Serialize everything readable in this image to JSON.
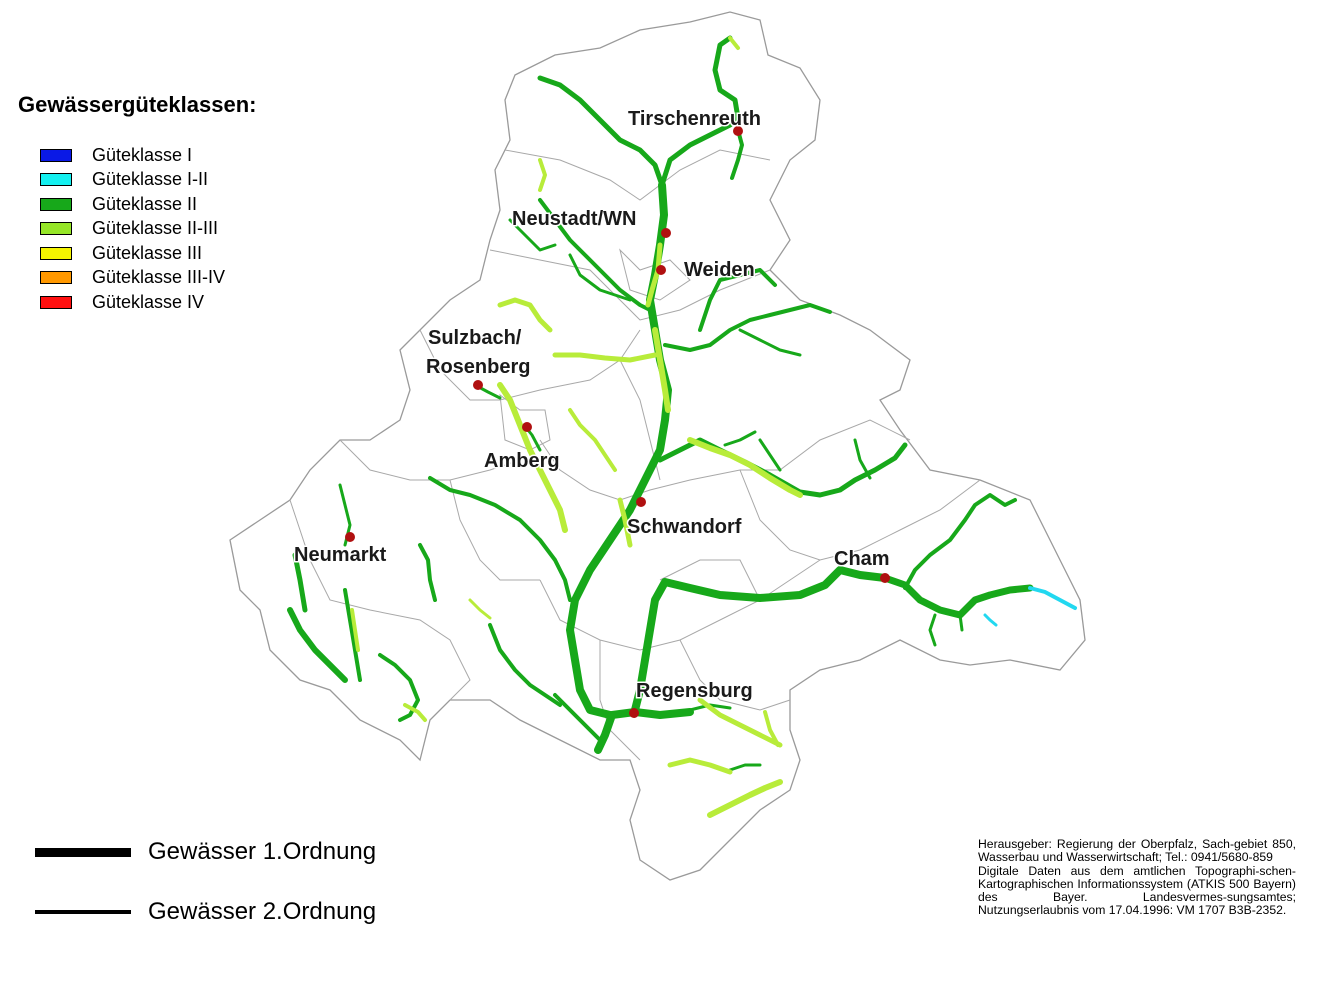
{
  "legend": {
    "title": "Gewässergüteklassen:",
    "classes": [
      {
        "label": "Güteklasse I",
        "color": "#0a19e6"
      },
      {
        "label": "Güteklasse I-II",
        "color": "#14f0f0"
      },
      {
        "label": "Güteklasse II",
        "color": "#17a81a"
      },
      {
        "label": "Güteklasse II-III",
        "color": "#96e628"
      },
      {
        "label": "Güteklasse III",
        "color": "#f5f500"
      },
      {
        "label": "Güteklasse III-IV",
        "color": "#ff9800"
      },
      {
        "label": "Güteklasse IV",
        "color": "#ff1010"
      }
    ]
  },
  "order_legend": {
    "first": "Gewässer 1.Ordnung",
    "second": "Gewässer 2.Ordnung"
  },
  "credits": {
    "line1": "Herausgeber: Regierung der Oberpfalz, Sach-gebiet 850, Wasserbau und Wasserwirtschaft; Tel.: 0941/5680-859",
    "line2": "Digitale Daten aus dem amtlichen Topographi-schen-Kartographischen Informationssystem (ATKIS 500 Bayern) des Bayer. Landesvermes-sungsamtes; Nutzungserlaubnis vom 17.04.1996: VM 1707 B3B-2352."
  },
  "cities": {
    "tirschenreuth": "Tirschenreuth",
    "neustadt": "Neustadt/WN",
    "weiden": "Weiden",
    "sulzbach1": "Sulzbach/",
    "sulzbach2": "Rosenberg",
    "amberg": "Amberg",
    "schwandorf": "Schwandorf",
    "neumarkt": "Neumarkt",
    "cham": "Cham",
    "regensburg": "Regensburg"
  },
  "map_colors": {
    "river_ii": "#17a81a",
    "river_ii_iii": "#b8ec3a",
    "river_i_ii": "#22d8f0",
    "boundary": "#9a9a9a",
    "city_dot": "#b01010"
  }
}
